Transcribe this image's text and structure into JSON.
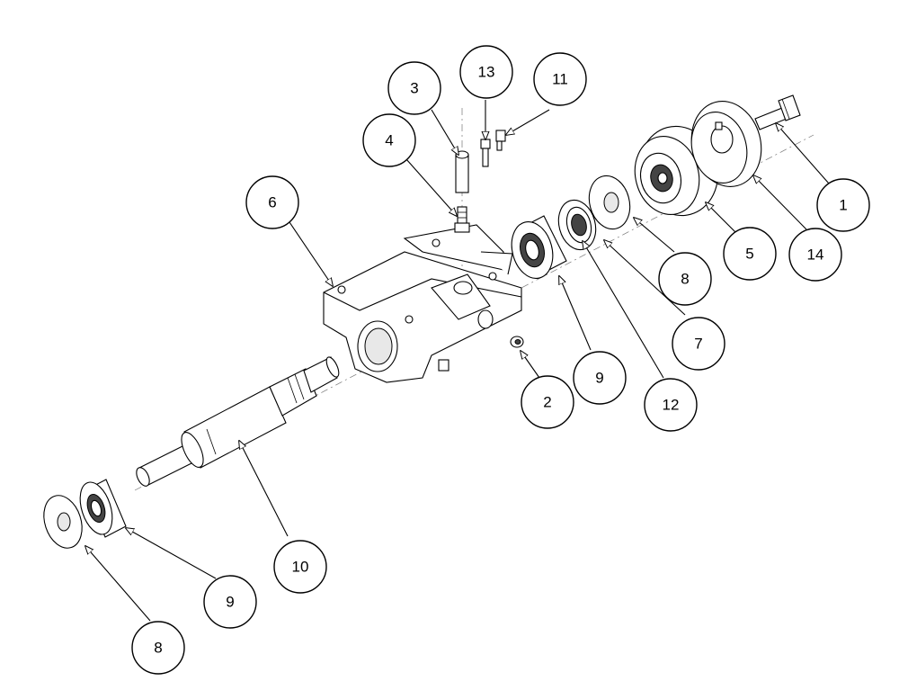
{
  "callouts": [
    {
      "id": "c1",
      "label": "1"
    },
    {
      "id": "c2",
      "label": "2"
    },
    {
      "id": "c3",
      "label": "3"
    },
    {
      "id": "c4",
      "label": "4"
    },
    {
      "id": "c5",
      "label": "5"
    },
    {
      "id": "c6",
      "label": "6"
    },
    {
      "id": "c7",
      "label": "7"
    },
    {
      "id": "c8a",
      "label": "8"
    },
    {
      "id": "c8b",
      "label": "8"
    },
    {
      "id": "c9a",
      "label": "9"
    },
    {
      "id": "c9b",
      "label": "9"
    },
    {
      "id": "c10",
      "label": "10"
    },
    {
      "id": "c11",
      "label": "11"
    },
    {
      "id": "c12",
      "label": "12"
    },
    {
      "id": "c13",
      "label": "13"
    },
    {
      "id": "c14",
      "label": "14"
    }
  ]
}
